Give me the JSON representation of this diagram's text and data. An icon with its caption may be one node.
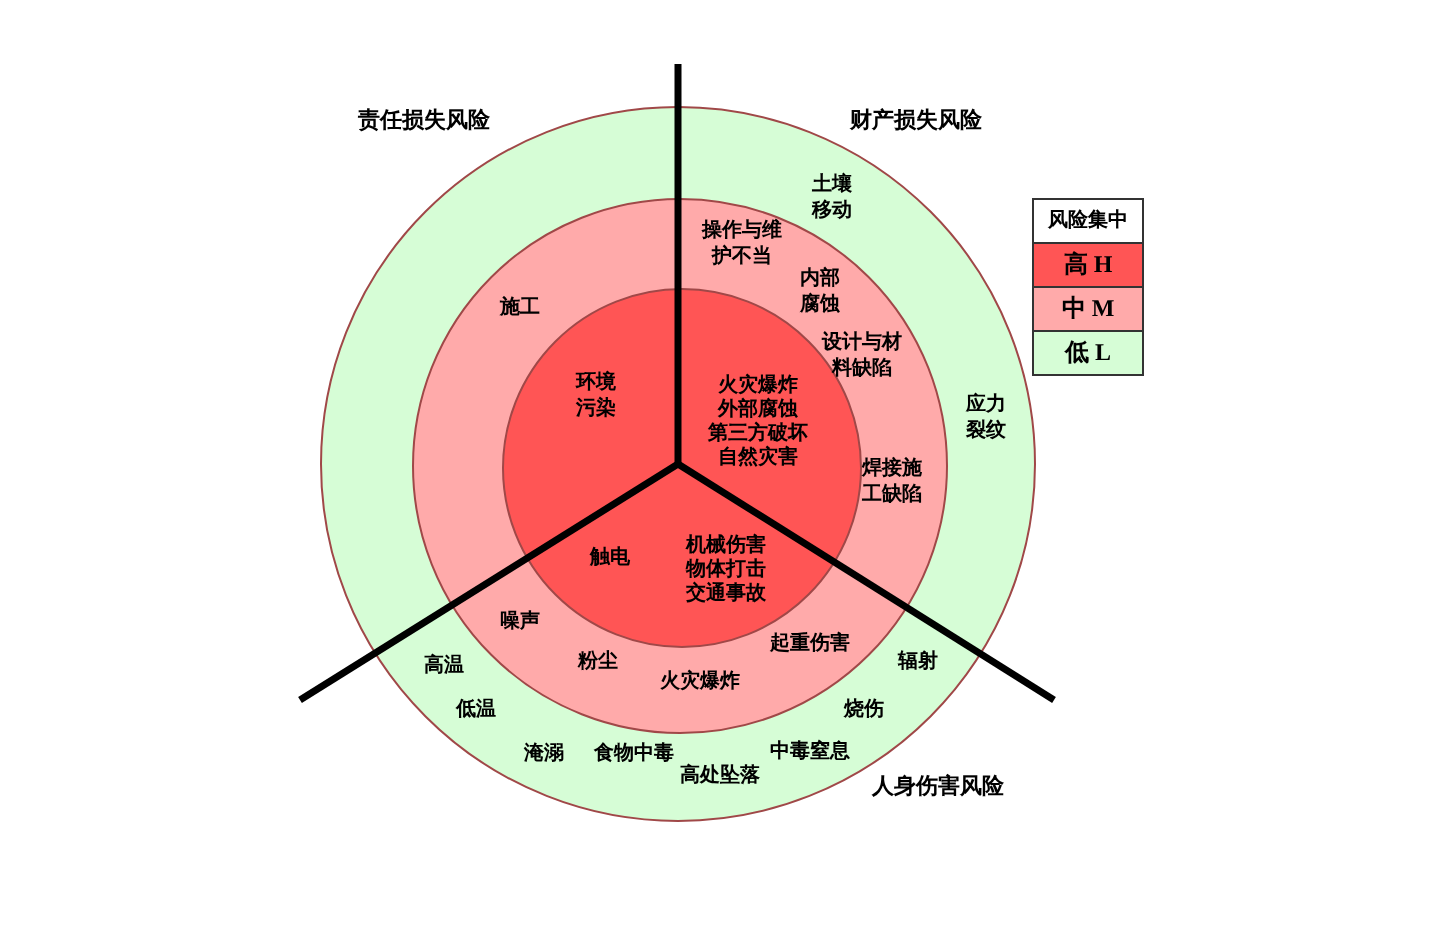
{
  "diagram": {
    "nodes": [
      {
        "text": [],
        "shape": "circle"
      },
      {
        "text": [],
        "shape": "circle",
        "in": 0
      },
      {
        "text": [],
        "shape": "circle",
        "in": 1
      }
    ],
    "labels": [
      "责任损失风险",
      "财产损失风险",
      "土壤移动",
      "风险集中",
      "操作与维护不当",
      "内部腐蚀",
      "施工",
      "设计与材料缺陷",
      "环境污染",
      "火灾爆炸",
      "外部腐蚀",
      "第三方破坏",
      "自然灾害",
      "应力裂纹",
      "焊接施工缺陷",
      "触电",
      "机械伤害",
      "物体打击",
      "交通事故",
      "噪声",
      "起重伤害",
      "高温",
      "粉尘",
      "辐射",
      "火灾爆炸",
      "低温",
      "烧伤",
      "淹溺",
      "食物中毒",
      "中毒窒息",
      "高处坠落",
      "人身伤害风险"
    ],
    "legend": [
      {
        "text": "高 H",
        "color": "#ff5555"
      },
      {
        "text": "中 M",
        "color": "#ffaaaa"
      },
      {
        "text": "低 L",
        "color": "#d6fdd6"
      }
    ]
  }
}
